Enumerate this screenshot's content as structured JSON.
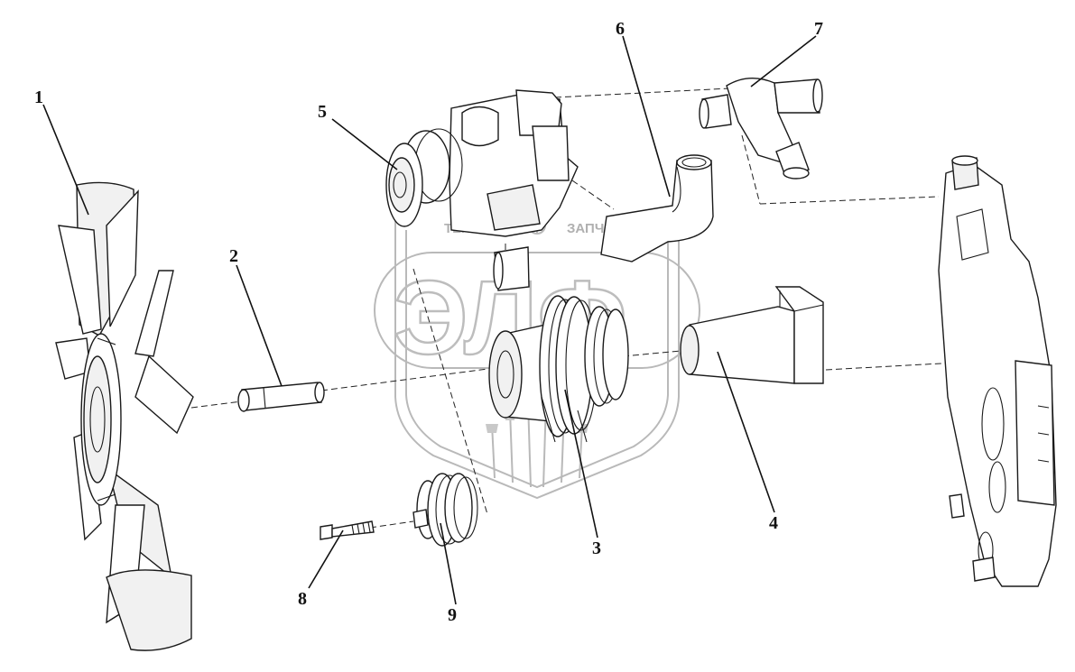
{
  "watermark": {
    "left_word": "ТЕХНИКА",
    "right_word": "ЗАПЧАСТИ",
    "logo_letters": "ЭЛФ"
  },
  "callouts": [
    {
      "id": "1",
      "part": "fan"
    },
    {
      "id": "2",
      "part": "fan-spacer"
    },
    {
      "id": "3",
      "part": "hub-pulley"
    },
    {
      "id": "4",
      "part": "housing-tube"
    },
    {
      "id": "5",
      "part": "water-pump"
    },
    {
      "id": "6",
      "part": "elbow-hose"
    },
    {
      "id": "7",
      "part": "thermostat-housing"
    },
    {
      "id": "8",
      "part": "bolt"
    },
    {
      "id": "9",
      "part": "tensioner-pulley"
    }
  ],
  "colors": {
    "line": "#1a1a1a",
    "watermark": "#bdbdbd",
    "background": "#ffffff"
  }
}
